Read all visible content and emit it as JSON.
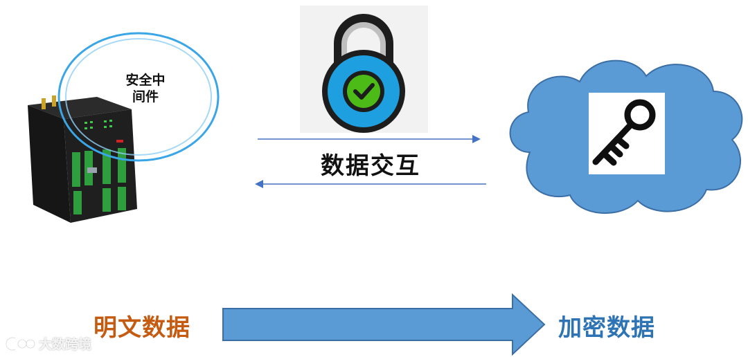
{
  "middleware": {
    "label_line1": "安全中",
    "label_line2": "间件"
  },
  "exchange": {
    "label": "数据交互"
  },
  "flow": {
    "plain_label": "明文数据",
    "cipher_label": "加密数据"
  },
  "watermark": {
    "logo_text": "CO",
    "brand": "大数跨境"
  },
  "colors": {
    "accent_blue": "#4472c4",
    "arrow_fill": "#5b9bd5",
    "cloud_fill": "#5b9bd5",
    "plain_orange": "#c55a11",
    "cipher_blue": "#2e74b5",
    "lock_body": "#1e9fe0",
    "check_green": "#4cbb17"
  },
  "icons": [
    "industrial-gateway-device",
    "lock-icon",
    "check-icon",
    "cloud-icon",
    "key-icon",
    "arrow-right-icon",
    "arrow-left-icon"
  ]
}
